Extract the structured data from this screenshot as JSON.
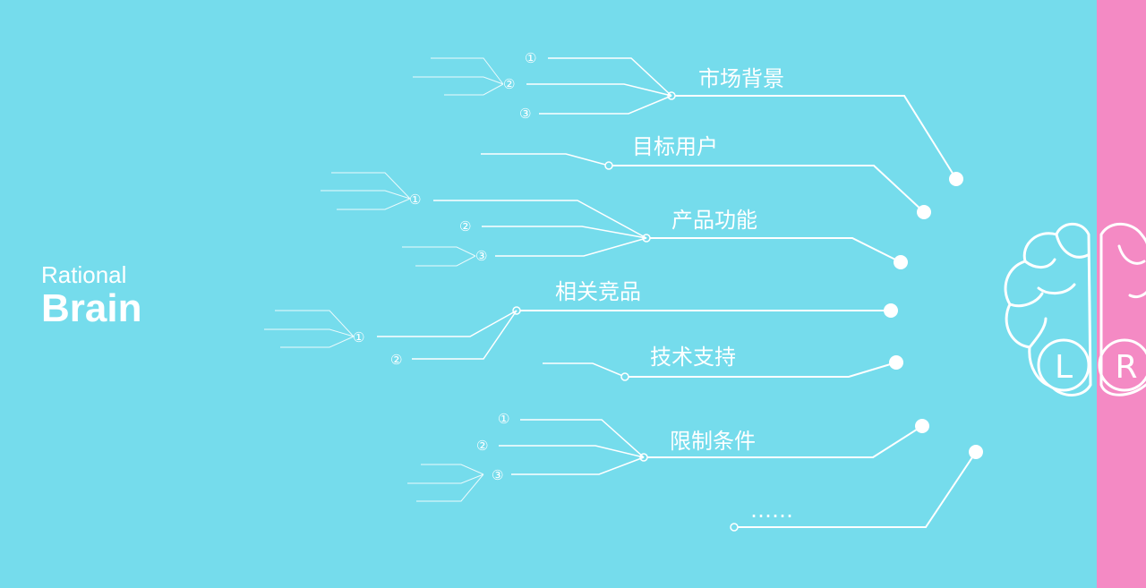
{
  "title": {
    "line1": "Rational",
    "line2": "Brain"
  },
  "colors": {
    "background": "#75dcec",
    "accent": "#f48ac4",
    "line": "#ffffff"
  },
  "brain": {
    "left_letter": "L",
    "right_letter": "R",
    "icon": "brain-icon"
  },
  "topics": [
    {
      "label": "市场背景",
      "markers": [
        "①",
        "②",
        "③"
      ]
    },
    {
      "label": "目标用户",
      "markers": []
    },
    {
      "label": "产品功能",
      "markers": [
        "①",
        "②",
        "③"
      ]
    },
    {
      "label": "相关竞品",
      "markers": [
        "①",
        "②"
      ]
    },
    {
      "label": "技术支持",
      "markers": []
    },
    {
      "label": "限制条件",
      "markers": [
        "①",
        "②",
        "③"
      ]
    }
  ],
  "more": "……"
}
